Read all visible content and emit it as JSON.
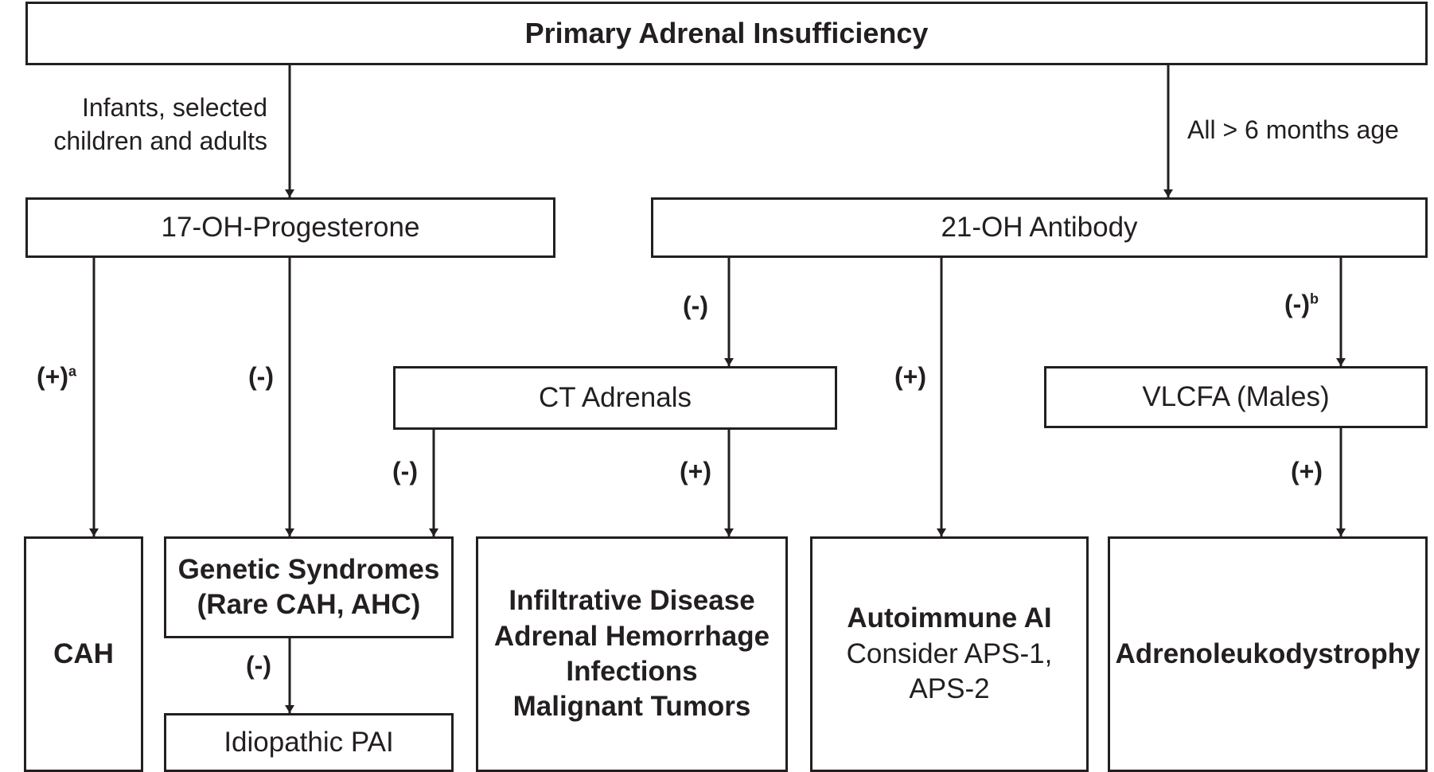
{
  "title": "Primary Adrenal Insufficiency",
  "branch_notes": {
    "left": [
      "Infants, selected",
      "children and adults"
    ],
    "right": "All > 6 months age"
  },
  "tests": {
    "ohp": "17-OH-Progesterone",
    "antibody": "21-OH Antibody",
    "ct": "CT Adrenals",
    "vlcfa": "VLCFA (Males)"
  },
  "results": {
    "cah": "CAH",
    "genetic": [
      "Genetic Syndromes",
      "(Rare CAH, AHC)"
    ],
    "idiopathic": "Idiopathic PAI",
    "infiltrative": [
      "Infiltrative Disease",
      "Adrenal Hemorrhage",
      "Infections",
      "Malignant Tumors"
    ],
    "autoimmune": {
      "heading": "Autoimmune AI",
      "lines": [
        "Consider APS-1,",
        "APS-2"
      ]
    },
    "ald": "Adrenoleukodystrophy"
  },
  "edge_labels": {
    "ohp_positive": "(+)",
    "ohp_positive_note": "a",
    "ohp_negative": "(-)",
    "genetic_negative": "(-)",
    "antibody_negative_ct": "(-)",
    "antibody_positive": "(+)",
    "antibody_negative_vlcfa": "(-)",
    "antibody_negative_vlcfa_note": "b",
    "ct_negative": "(-)",
    "ct_positive": "(+)",
    "vlcfa_positive": "(+)"
  },
  "colors": {
    "ink": "#231f20",
    "background": "#ffffff"
  }
}
